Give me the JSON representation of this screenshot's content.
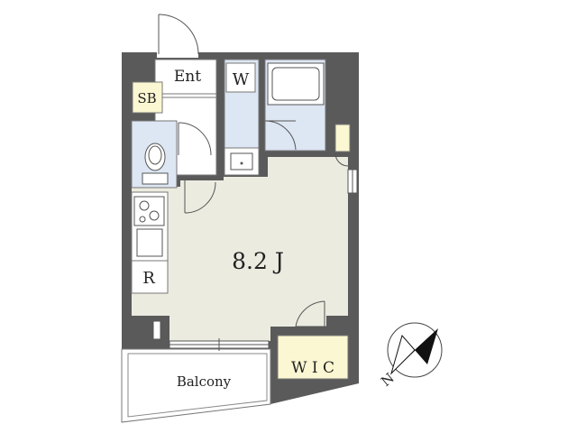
{
  "floorplan": {
    "rooms": {
      "main_room": "8.2 J",
      "entrance": "Ent",
      "washer": "W",
      "shoe_box": "SB",
      "refrigerator": "R",
      "walk_in_closet": "W I C",
      "balcony": "Balcony"
    },
    "compass": {
      "north_label": "N"
    },
    "colors": {
      "wall": "#5a5a5a",
      "floor": "#ecebe0",
      "wet_area": "#dde6f3",
      "storage": "#fbf7d2",
      "outline": "#555555"
    }
  }
}
